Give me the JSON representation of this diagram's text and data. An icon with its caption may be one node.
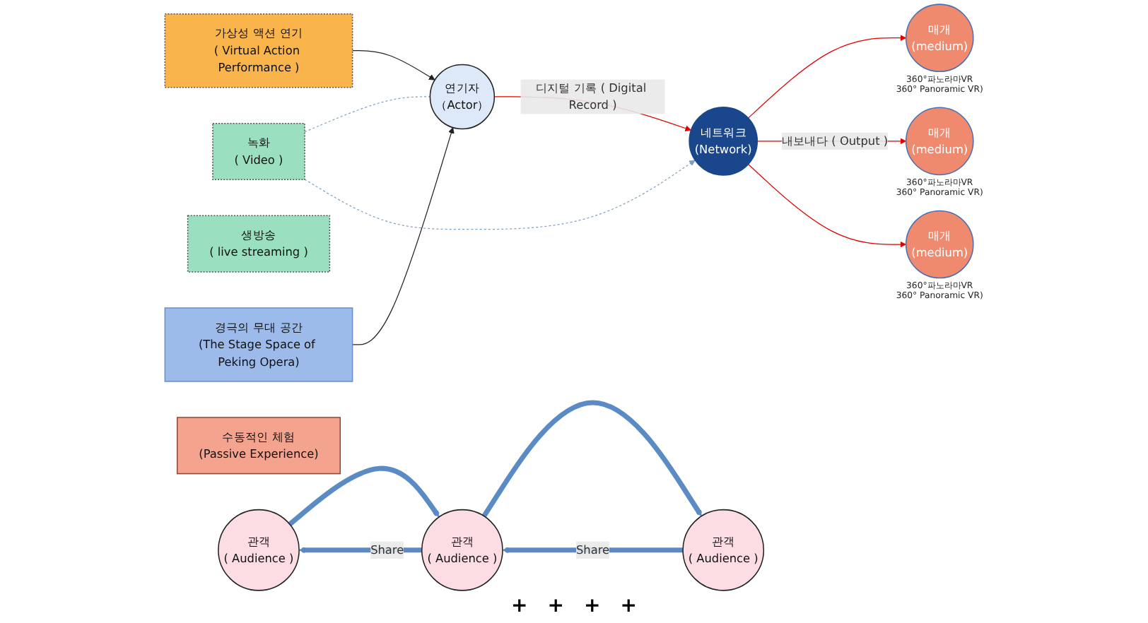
{
  "diagram": {
    "nodes": [
      {
        "text": [
          "가상성 액션 연기",
          "( Virtual Action Performance )"
        ]
      },
      {
        "text": [
          "녹화",
          "( Video )"
        ]
      },
      {
        "text": [
          "생방송",
          "( live streaming )"
        ]
      },
      {
        "text": [
          "연기자",
          "（Actor）"
        ]
      },
      {
        "text": [
          "네트워크",
          "(Network)"
        ]
      },
      {
        "text": [
          "경극의 무대 공간",
          "(The Stage Space of Peking Opera)"
        ]
      },
      {
        "text": [
          "수동적인 체험",
          "(Passive Experience)"
        ]
      },
      {
        "text": [
          "매개",
          "(medium)"
        ],
        "beside": [
          "360°파노라마VR",
          "360° Panoramic VR)"
        ]
      },
      {
        "text": [
          "관객",
          "( Audience )"
        ]
      },
      {
        "text": [
          "매개",
          "(medium)"
        ],
        "beside": [
          "360°파노라마VR",
          "360° Panoramic VR)"
        ]
      },
      {
        "text": [
          "관객",
          "( Audience )"
        ]
      },
      {
        "text": [
          "매개",
          "(medium)"
        ],
        "beside": [
          "360°파노라마VR",
          "360° Panoramic VR)"
        ]
      },
      {
        "text": [
          "관객",
          "( Audience )"
        ]
      }
    ],
    "edges": [
      {
        "from": 0,
        "to": 3,
        "arrow": "to",
        "color": "#222222"
      },
      {
        "from": 5,
        "to": 3,
        "arrow": "to",
        "color": "#222222"
      },
      {
        "from": 1,
        "to": 3,
        "arrow": "none",
        "style": "dashed",
        "color": "#7f9fc0"
      },
      {
        "from": 1,
        "to": 4,
        "arrow": "to",
        "style": "dashed",
        "color": "#7f9fc0"
      },
      {
        "from": 3,
        "to": 4,
        "arrow": "to",
        "label": "디지털 기록 ( Digital Record )",
        "color": "#e00000"
      },
      {
        "from": 4,
        "to": 7,
        "arrow": "to",
        "color": "#e00000"
      },
      {
        "from": 4,
        "to": 9,
        "arrow": "to",
        "label": "내보내다 ( Output )",
        "color": "#e00000"
      },
      {
        "from": 4,
        "to": 11,
        "arrow": "to",
        "color": "#e00000"
      },
      {
        "from": 8,
        "to": 10,
        "arrow": "to",
        "style": "thick",
        "color": "#5b8bc4"
      },
      {
        "from": 10,
        "to": 8,
        "arrow": "to",
        "label": "Share",
        "style": "thick",
        "color": "#5b8bc4"
      },
      {
        "from": 10,
        "to": 12,
        "arrow": "to",
        "style": "thick",
        "color": "#5b8bc4"
      },
      {
        "from": 12,
        "to": 10,
        "arrow": "to",
        "label": "Share",
        "style": "thick",
        "color": "#5b8bc4"
      }
    ],
    "labels": [
      "+",
      "+",
      "+",
      "+"
    ]
  }
}
